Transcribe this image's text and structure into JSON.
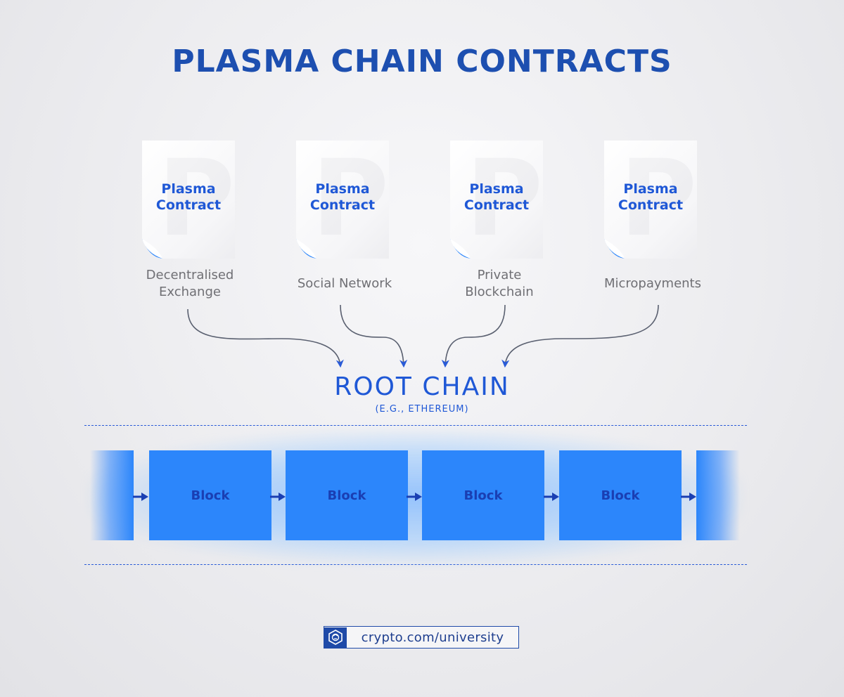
{
  "title": "PLASMA CHAIN CONTRACTS",
  "contracts": [
    {
      "label_line1": "Plasma",
      "label_line2": "Contract",
      "usecase_line1": "Decentralised",
      "usecase_line2": "Exchange"
    },
    {
      "label_line1": "Plasma",
      "label_line2": "Contract",
      "usecase_line1": "Social Network",
      "usecase_line2": ""
    },
    {
      "label_line1": "Plasma",
      "label_line2": "Contract",
      "usecase_line1": "Private",
      "usecase_line2": "Blockchain"
    },
    {
      "label_line1": "Plasma",
      "label_line2": "Contract",
      "usecase_line1": "Micropayments",
      "usecase_line2": ""
    }
  ],
  "root_chain": {
    "title": "ROOT CHAIN",
    "subtitle": "(E.G., ETHEREUM)",
    "blocks": [
      "Block",
      "Block",
      "Block",
      "Block"
    ]
  },
  "footer": {
    "text": "crypto.com/university",
    "icon": "crypto-lion-logo-icon"
  },
  "colors": {
    "title": "#1d4fb0",
    "accent": "#1f58d6",
    "block": "#2c86fb",
    "block_text": "#1a3fb3",
    "usecase_text": "#6f6f74",
    "connector": "#5a6070"
  }
}
